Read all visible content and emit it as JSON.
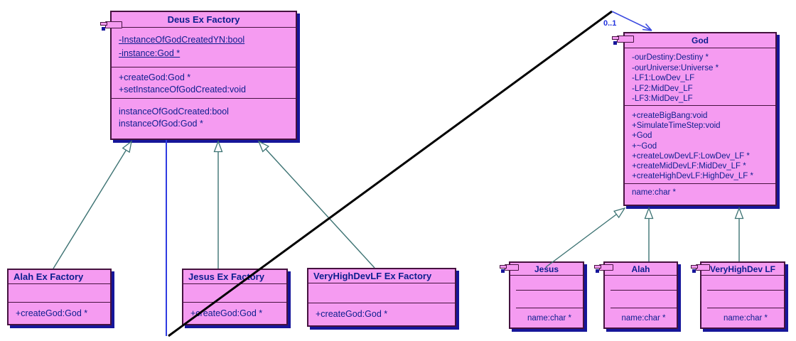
{
  "diagram": {
    "type": "uml-class-diagram",
    "colors": {
      "class_fill": "#f59bf1",
      "class_border": "#45123f",
      "drop_shadow": "#16169a",
      "text": "#0b1e8e",
      "generalization_line": "#3d7373",
      "association_line_blue": "#2e3be2",
      "association_line_black": "#000000",
      "multiplicity_text": "#2233dd"
    },
    "classes": {
      "deus_ex_factory": {
        "title": "Deus Ex Factory",
        "attributes": [
          "-InstanceOfGodCreatedYN:bool",
          "-instance:God *"
        ],
        "methods": [
          "+createGod:God *",
          "+setInstanceOfGodCreated:void"
        ],
        "properties": [
          "instanceOfGodCreated:bool",
          "instanceOfGod:God *"
        ]
      },
      "god": {
        "title": "God",
        "attributes": [
          "-ourDestiny:Destiny *",
          "-ourUniverse:Universe *",
          "-LF1:LowDev_LF",
          "-LF2:MidDev_LF",
          "-LF3:MidDev_LF"
        ],
        "methods": [
          "+createBigBang:void",
          "+SimulateTimeStep:void",
          "+God",
          "+~God",
          "+createLowDevLF:LowDev_LF *",
          "+createMidDevLF:MidDev_LF *",
          "+createHighDevLF:HighDev_LF *"
        ],
        "properties": [
          "name:char *"
        ]
      },
      "alah_ex_factory": {
        "title": "Alah Ex Factory",
        "methods": [
          "+createGod:God *"
        ]
      },
      "jesus_ex_factory": {
        "title": "Jesus Ex Factory",
        "methods": [
          "+createGod:God *"
        ]
      },
      "veryhighdevlf_ex_factory": {
        "title": "VeryHighDevLF Ex Factory",
        "methods": [
          "+createGod:God *"
        ]
      },
      "jesus": {
        "title": "Jesus",
        "properties": [
          "name:char *"
        ]
      },
      "alah": {
        "title": "Alah",
        "properties": [
          "name:char *"
        ]
      },
      "veryhighdev_lf": {
        "title": "VeryHighDev LF",
        "properties": [
          "name:char *"
        ]
      }
    },
    "relationships": {
      "generalizations": [
        {
          "from": "Alah Ex Factory",
          "to": "Deus Ex Factory"
        },
        {
          "from": "Jesus Ex Factory",
          "to": "Deus Ex Factory"
        },
        {
          "from": "VeryHighDevLF Ex Factory",
          "to": "Deus Ex Factory"
        },
        {
          "from": "Jesus",
          "to": "God"
        },
        {
          "from": "Alah",
          "to": "God"
        },
        {
          "from": "VeryHighDev LF",
          "to": "God"
        }
      ],
      "association": {
        "from": "Deus Ex Factory",
        "to": "God",
        "multiplicity": "0..1"
      }
    }
  }
}
